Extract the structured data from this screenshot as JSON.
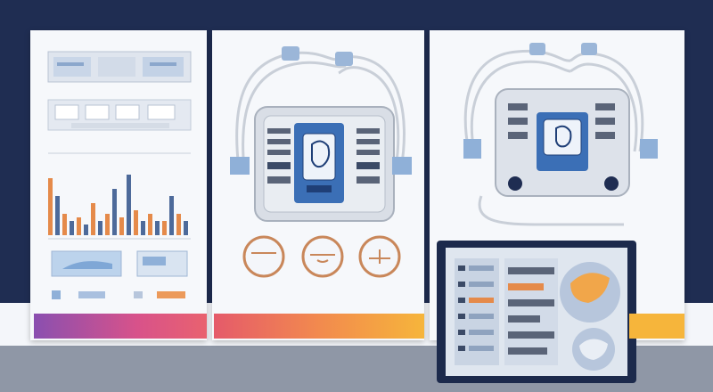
{
  "scene": {
    "colors": {
      "wall": "#1f2d52",
      "panel": "#f6f8fb",
      "accent_blue": "#3b6fb6",
      "accent_orange": "#e58a4a",
      "accent_purple": "#8a4fb0",
      "accent_yellow": "#f6b53b"
    },
    "icons": [
      "face-icon",
      "ear-icon",
      "profile-icon",
      "device-icon"
    ]
  },
  "left_panel": {
    "bars": [
      0.8,
      0.55,
      0.3,
      0.2,
      0.25,
      0.15,
      0.45,
      0.2,
      0.3,
      0.65,
      0.25,
      0.85,
      0.35,
      0.2,
      0.3,
      0.2,
      0.2,
      0.55,
      0.3,
      0.2
    ]
  }
}
